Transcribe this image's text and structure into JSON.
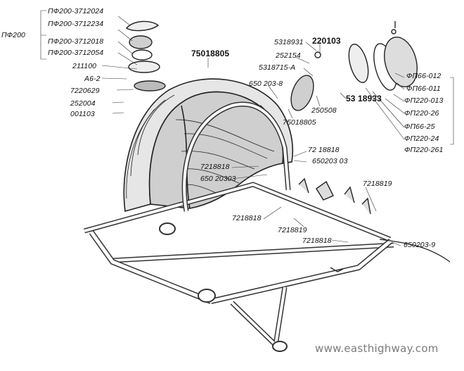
{
  "watermark": "www.easthighway.com",
  "icons": {
    "fender": "rear-fender-icon",
    "frame": "subframe-icon",
    "lamp": "lamp-icon"
  },
  "labels": {
    "group": "ПФ200",
    "pf200_3712024": "ПФ200-3712024",
    "pf200_3712234": "ПФ200-3712234",
    "pf200_3712018": "ПФ200-3712018",
    "pf200_3712054": "ПФ200-3712054",
    "p211100": "211100",
    "a6_2": "А6-2",
    "p7220629": "7220629",
    "p252004": "252004",
    "p001103": "001103",
    "p75018805_top": "75018805",
    "p5318931": "5318931",
    "p220103": "220103",
    "p252154": "252154",
    "p5318715_a": "5318715-А",
    "p650203_8": "650 203-8",
    "p250508": "250508",
    "p5318933": "53 18933",
    "p75018805_mid": "75018805",
    "fp66_012": "ФП66-012",
    "fp66_011": "ФП66-011",
    "fp220_013": "ФП220-013",
    "fp220_26": "ФП220-26",
    "fp66_25": "ФП66-25",
    "fp220_24": "ФП220-24",
    "fp220_261": "ФП220-261",
    "p7218818_a": "72 18818",
    "p650203_03_a": "650203 03",
    "p7218818_b": "7218818",
    "p650203_03_b": "650 20303",
    "p7218819_a": "7218819",
    "p7218818_c": "7218818",
    "p7218819_b": "7218819",
    "p7218818_d": "7218818",
    "p650203_9": "650203-9"
  }
}
